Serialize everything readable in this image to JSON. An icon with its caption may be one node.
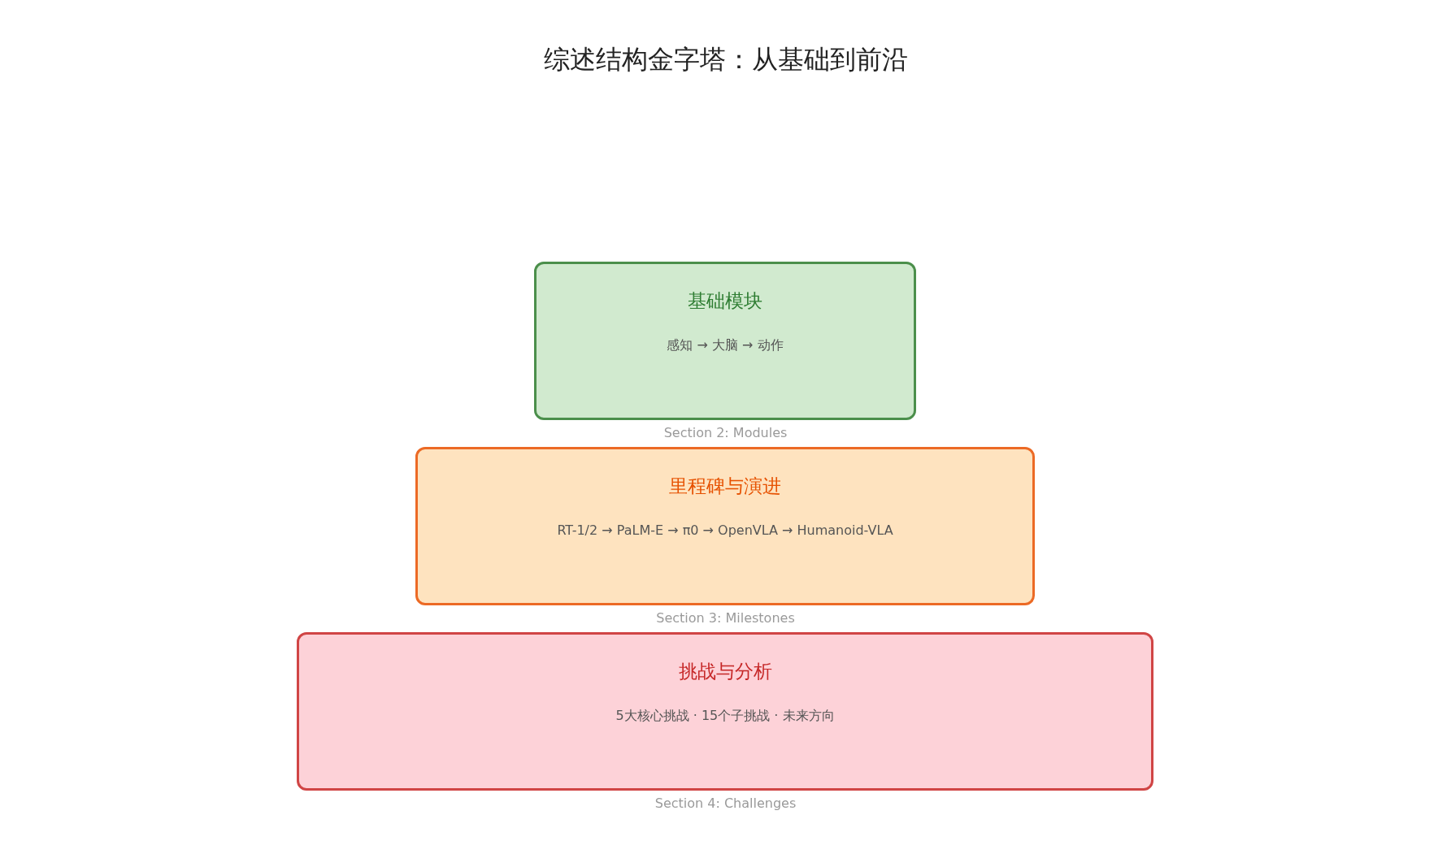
{
  "diagram": {
    "title": "综述结构金字塔：从基础到前沿",
    "nodes": [
      {
        "text": [
          "基础模块",
          "感知 → 大脑 → 动作"
        ],
        "beside": [
          "Section 2: Modules"
        ]
      },
      {
        "text": [
          "里程碑与演进",
          "RT-1/2 → PaLM-E → π0 → OpenVLA → Humanoid-VLA"
        ],
        "beside": [
          "Section 3: Milestones"
        ]
      },
      {
        "text": [
          "挑战与分析",
          "5大核心挑战 · 15个子挑战 · 未来方向"
        ],
        "beside": [
          "Section 4: Challenges"
        ]
      }
    ]
  }
}
